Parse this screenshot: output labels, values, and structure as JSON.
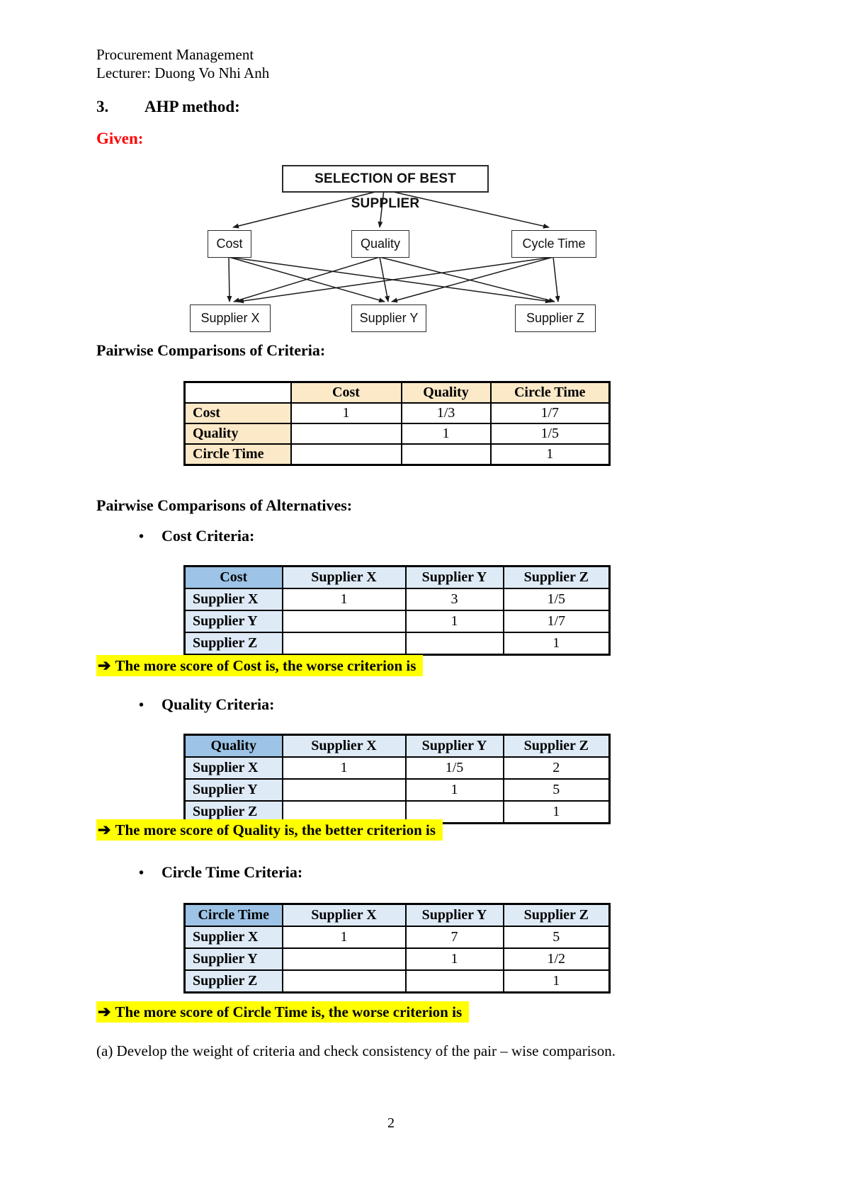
{
  "page": {
    "course": "Procurement Management",
    "lecturer": "Lecturer: Duong Vo Nhi Anh",
    "section_number": "3.",
    "section_title": "AHP method:",
    "given_label": "Given:",
    "task": "(a) Develop the weight of criteria and check consistency of the pair – wise comparison.",
    "page_number": "2",
    "bullet_char": "•"
  },
  "diagram": {
    "goal": "SELECTION OF BEST SUPPLIER",
    "criteria": {
      "cost": "Cost",
      "quality": "Quality",
      "cycle_time": "Cycle Time"
    },
    "alternatives": {
      "x": "Supplier X",
      "y": "Supplier Y",
      "z": "Supplier Z"
    }
  },
  "headings": {
    "criteria": "Pairwise Comparisons of Criteria:",
    "alternatives": "Pairwise Comparisons of Alternatives:"
  },
  "bullets": {
    "cost": "Cost Criteria:",
    "quality": "Quality Criteria:",
    "circle_time": "Circle Time Criteria:"
  },
  "notes": {
    "arrow": "➔",
    "cost": "The more score of Cost is, the worse criterion is",
    "quality": "The more score of Quality is, the better criterion is",
    "circle_time": "The more score of Circle Time is, the worse criterion is"
  },
  "tables": {
    "criteria": {
      "corner": "",
      "headers": [
        "Cost",
        "Quality",
        "Circle Time"
      ],
      "rows": [
        {
          "label": "Cost",
          "values": [
            "1",
            "1/3",
            "1/7"
          ]
        },
        {
          "label": "Quality",
          "values": [
            "",
            "1",
            "1/5"
          ]
        },
        {
          "label": "Circle Time",
          "values": [
            "",
            "",
            "1"
          ]
        }
      ]
    },
    "cost": {
      "corner": "Cost",
      "headers": [
        "Supplier X",
        "Supplier Y",
        "Supplier Z"
      ],
      "rows": [
        {
          "label": "Supplier X",
          "values": [
            "1",
            "3",
            "1/5"
          ]
        },
        {
          "label": "Supplier Y",
          "values": [
            "",
            "1",
            "1/7"
          ]
        },
        {
          "label": "Supplier Z",
          "values": [
            "",
            "",
            "1"
          ]
        }
      ]
    },
    "quality": {
      "corner": "Quality",
      "headers": [
        "Supplier X",
        "Supplier Y",
        "Supplier Z"
      ],
      "rows": [
        {
          "label": "Supplier X",
          "values": [
            "1",
            "1/5",
            "2"
          ]
        },
        {
          "label": "Supplier Y",
          "values": [
            "",
            "1",
            "5"
          ]
        },
        {
          "label": "Supplier Z",
          "values": [
            "",
            "",
            "1"
          ]
        }
      ]
    },
    "circle_time": {
      "corner": "Circle Time",
      "headers": [
        "Supplier X",
        "Supplier Y",
        "Supplier Z"
      ],
      "rows": [
        {
          "label": "Supplier X",
          "values": [
            "1",
            "7",
            "5"
          ]
        },
        {
          "label": "Supplier Y",
          "values": [
            "",
            "1",
            "1/2"
          ]
        },
        {
          "label": "Supplier Z",
          "values": [
            "",
            "",
            "1"
          ]
        }
      ]
    }
  },
  "colors": {
    "tan_header": "#FCE9C8",
    "blue_header": "#9DC3E6",
    "blue_light": "#DEEAF6",
    "highlight": "#FFFF00",
    "given_red": "#FF0000"
  }
}
